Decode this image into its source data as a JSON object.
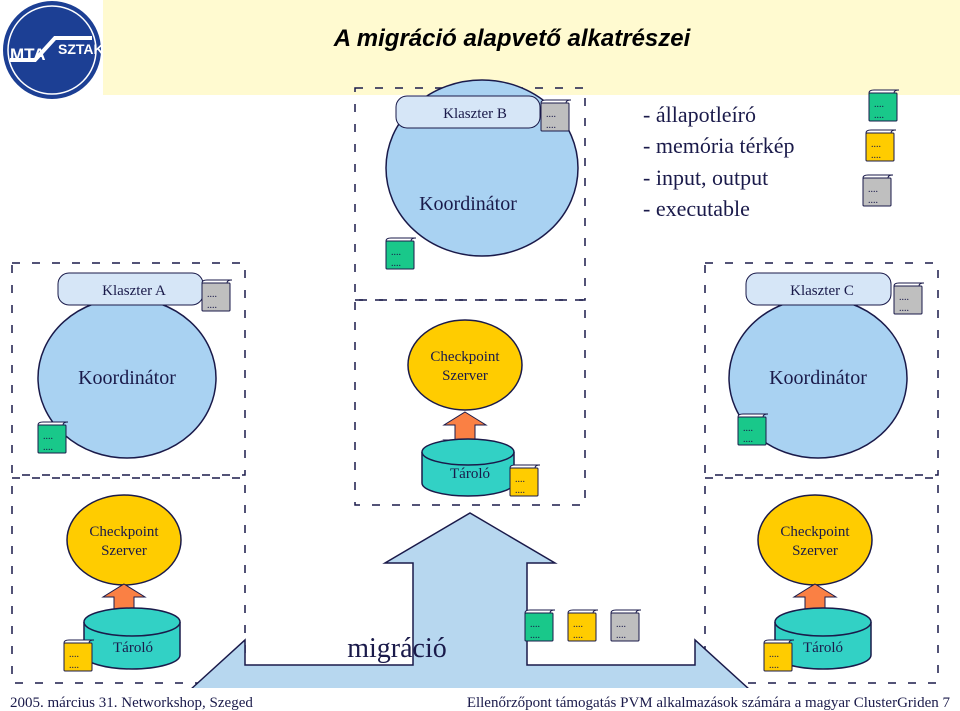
{
  "title": "A migráció alapvető alkatrészei",
  "logo": {
    "text_left": "MTA",
    "text_right": "SZTAKI"
  },
  "clusters": {
    "a": {
      "label": "Klaszter A",
      "coordinator": "Koordinátor"
    },
    "b": {
      "label": "Klaszter B",
      "coordinator": "Koordinátor"
    },
    "c": {
      "label": "Klaszter C",
      "coordinator": "Koordinátor"
    }
  },
  "checkpoint_server": {
    "line1": "Checkpoint",
    "line2": "Szerver"
  },
  "storage_label": "Tároló",
  "state_list": [
    "- állapotleíró",
    "- memória térkép",
    "- input, output",
    "- executable"
  ],
  "scroll_text": {
    "line1": "....",
    "line2": "...."
  },
  "migration_label": "migráció",
  "footer": {
    "left": "2005. március 31. Networkshop, Szeged",
    "right": "Ellenőrzőpont támogatás PVM alkalmazások számára a magyar ClusterGriden 7"
  },
  "colors": {
    "title_bg": "#fffad0",
    "ellipse_blue": "#a9d2f2",
    "ellipse_gold": "#ffcc00",
    "cylinder_teal": "#32d1c5",
    "arrow_orange": "#fa8044",
    "arrow_lightblue": "#b7d7ef",
    "scroll_green": "#19c88a",
    "scroll_yellow": "#ffcc00",
    "scroll_gray": "#bfbfbf",
    "text_navy": "#1a1a4a"
  }
}
